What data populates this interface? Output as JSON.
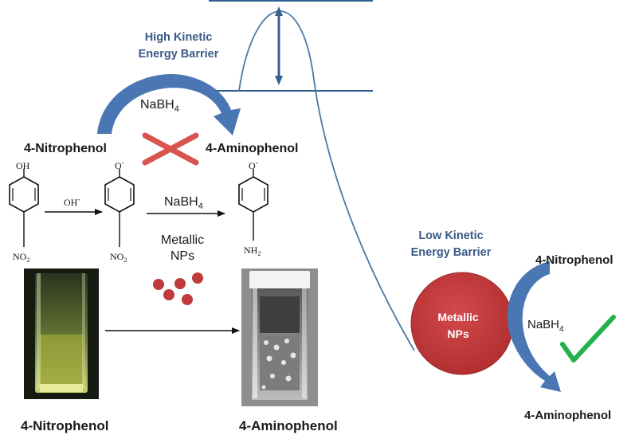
{
  "energy_diagram": {
    "high_barrier": {
      "line1": "High Kinetic",
      "line2": "Energy Barrier"
    },
    "low_barrier": {
      "line1": "Low Kinetic",
      "line2": "Energy Barrier"
    }
  },
  "uncatalyzed": {
    "reactant": "4-Nitrophenol",
    "product": "4-Aminophenol",
    "reagent": "NaBH",
    "reagent_sub": "4"
  },
  "mechanism": {
    "oh_label": "OH",
    "hydroxide_label": "OH",
    "hydroxide_charge": "-",
    "phenolate_o": "O",
    "phenolate_charge": "-",
    "product_o": "O",
    "product_charge": "-",
    "no2_label": "NO",
    "no2_sub": "2",
    "nh2_label": "NH",
    "nh2_sub": "2",
    "reagent": "NaBH",
    "reagent_sub": "4",
    "catalyst_line1": "Metallic",
    "catalyst_line2": "NPs"
  },
  "photos": {
    "left_caption": "4-Nitrophenol",
    "right_caption": "4-Aminophenol"
  },
  "catalyzed": {
    "nanoparticle_line1": "Metallic",
    "nanoparticle_line2": "NPs",
    "reactant": "4-Nitrophenol",
    "product": "4-Aminophenol",
    "reagent": "NaBH",
    "reagent_sub": "4"
  },
  "colors": {
    "energy_line": "#4a78a8",
    "level_line": "#2f5f8f",
    "curved_arrow": "#4a76b3",
    "cross": "#d9534f",
    "nanoparticle": "#c0393b",
    "check": "#22b14c",
    "barrier_text": "#3a5a86"
  }
}
